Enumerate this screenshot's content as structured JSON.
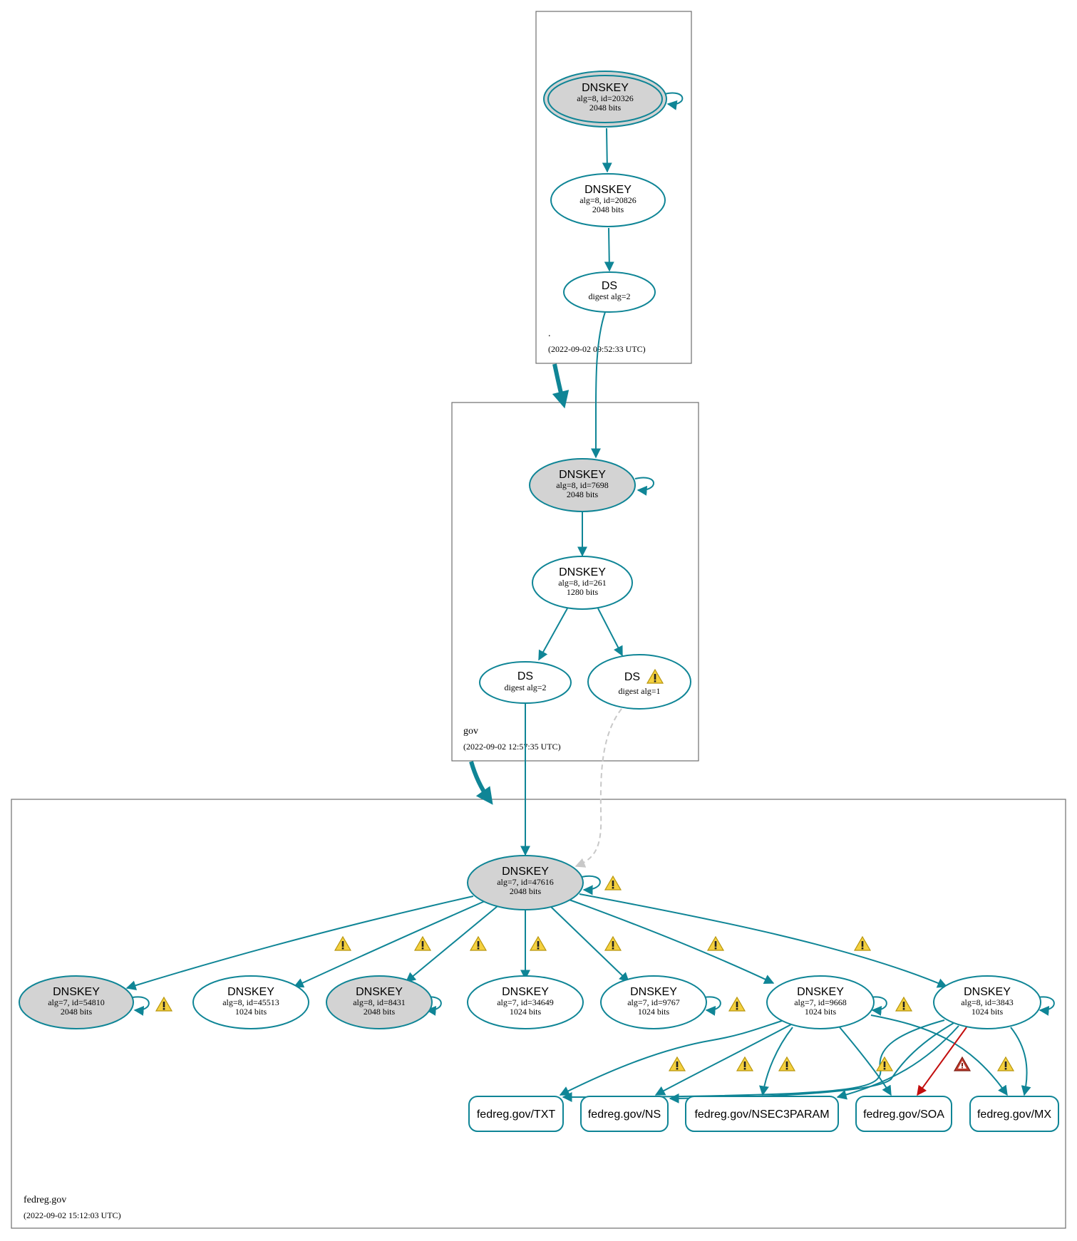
{
  "colors": {
    "edge": "#0f8596",
    "edge_error": "#c20e0e",
    "edge_insecure": "#c8c8c8",
    "node_fill_sep": "#d3d3d3",
    "node_fill": "#ffffff",
    "zone_border": "#6e6e6e",
    "warning_fill": "#f4d03f",
    "error_fill": "#c0392b"
  },
  "zones": {
    "root": {
      "name": ".",
      "timestamp": "(2022-09-02 09:52:33 UTC)"
    },
    "gov": {
      "name": "gov",
      "timestamp": "(2022-09-02 12:57:35 UTC)"
    },
    "fedreg": {
      "name": "fedreg.gov",
      "timestamp": "(2022-09-02 15:12:03 UTC)"
    }
  },
  "nodes": {
    "root_ksk": {
      "type": "DNSKEY",
      "line1": "alg=8, id=20326",
      "line2": "2048 bits"
    },
    "root_zsk": {
      "type": "DNSKEY",
      "line1": "alg=8, id=20826",
      "line2": "2048 bits"
    },
    "root_ds": {
      "type": "DS",
      "line1": "digest alg=2"
    },
    "gov_ksk": {
      "type": "DNSKEY",
      "line1": "alg=8, id=7698",
      "line2": "2048 bits"
    },
    "gov_zsk": {
      "type": "DNSKEY",
      "line1": "alg=8, id=261",
      "line2": "1280 bits"
    },
    "gov_ds2": {
      "type": "DS",
      "line1": "digest alg=2"
    },
    "gov_ds1": {
      "type": "DS",
      "line1": "digest alg=1"
    },
    "fr_47616": {
      "type": "DNSKEY",
      "line1": "alg=7, id=47616",
      "line2": "2048 bits"
    },
    "fr_54810": {
      "type": "DNSKEY",
      "line1": "alg=7, id=54810",
      "line2": "2048 bits"
    },
    "fr_45513": {
      "type": "DNSKEY",
      "line1": "alg=8, id=45513",
      "line2": "1024 bits"
    },
    "fr_8431": {
      "type": "DNSKEY",
      "line1": "alg=8, id=8431",
      "line2": "2048 bits"
    },
    "fr_34649": {
      "type": "DNSKEY",
      "line1": "alg=7, id=34649",
      "line2": "1024 bits"
    },
    "fr_9767": {
      "type": "DNSKEY",
      "line1": "alg=7, id=9767",
      "line2": "1024 bits"
    },
    "fr_9668": {
      "type": "DNSKEY",
      "line1": "alg=7, id=9668",
      "line2": "1024 bits"
    },
    "fr_3843": {
      "type": "DNSKEY",
      "line1": "alg=8, id=3843",
      "line2": "1024 bits"
    }
  },
  "records": {
    "txt": "fedreg.gov/TXT",
    "ns": "fedreg.gov/NS",
    "nsec3param": "fedreg.gov/NSEC3PARAM",
    "soa": "fedreg.gov/SOA",
    "mx": "fedreg.gov/MX"
  }
}
